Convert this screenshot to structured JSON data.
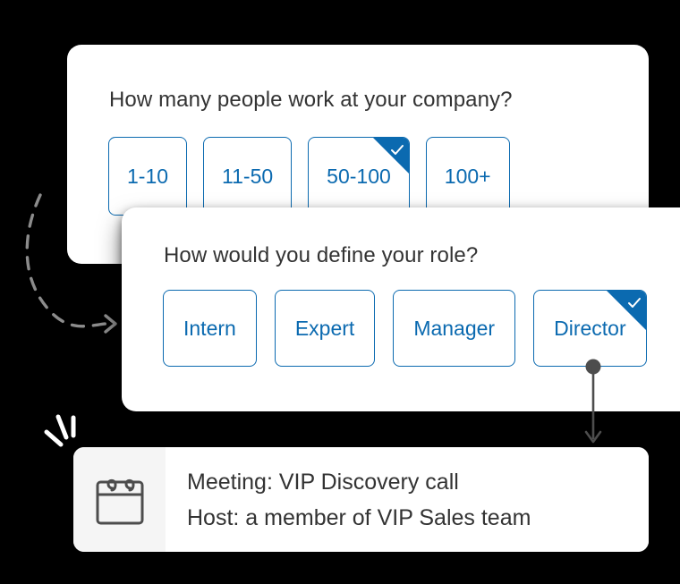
{
  "theme": {
    "background": "#000000",
    "card_background": "#ffffff",
    "accent_blue": "#0b6ab0",
    "text_dark": "#333333",
    "icon_panel_gray": "#f5f5f5",
    "connector_gray": "#4d4d4d",
    "dashed_arrow_gray": "#8c8c8c"
  },
  "company_card": {
    "question": "How many people work at your company?",
    "options": [
      {
        "label": "1-10",
        "selected": false
      },
      {
        "label": "11-50",
        "selected": false
      },
      {
        "label": "50-100",
        "selected": true
      },
      {
        "label": "100+",
        "selected": false
      }
    ]
  },
  "role_card": {
    "question": "How would you define your role?",
    "options": [
      {
        "label": "Intern",
        "selected": false
      },
      {
        "label": "Expert",
        "selected": false
      },
      {
        "label": "Manager",
        "selected": false
      },
      {
        "label": "Director",
        "selected": true
      }
    ]
  },
  "meeting_card": {
    "icon": "calendar-icon",
    "lines": [
      "Meeting: VIP Discovery call",
      "Host: a member of VIP Sales team"
    ]
  },
  "decorations": {
    "dashed_arrow": "curved-dashed-arrow-icon",
    "sparkle": "sparkle-lines-icon",
    "connector": "dot-and-arrow-connector-icon"
  }
}
